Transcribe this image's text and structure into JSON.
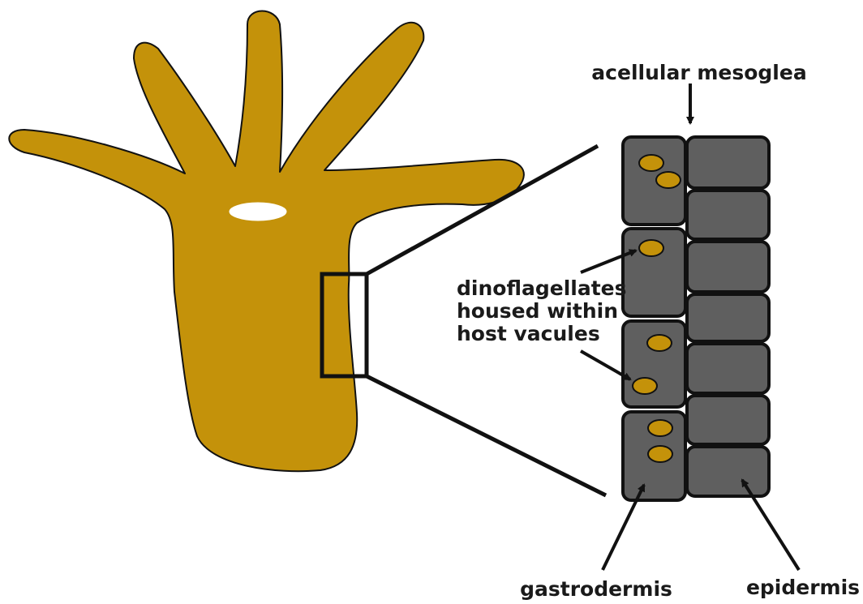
{
  "colors": {
    "polyp_fill": "#c4920a",
    "cell_fill": "#5f5f5f",
    "outline": "#111111",
    "mouth_fill": "#ffffff"
  },
  "labels": {
    "mesoglea": "acellular mesoglea",
    "dinoflagellates": [
      "dinoflagellates",
      "housed within",
      "host vacules"
    ],
    "gastrodermis": "gastrodermis",
    "epidermis": "epidermis"
  }
}
